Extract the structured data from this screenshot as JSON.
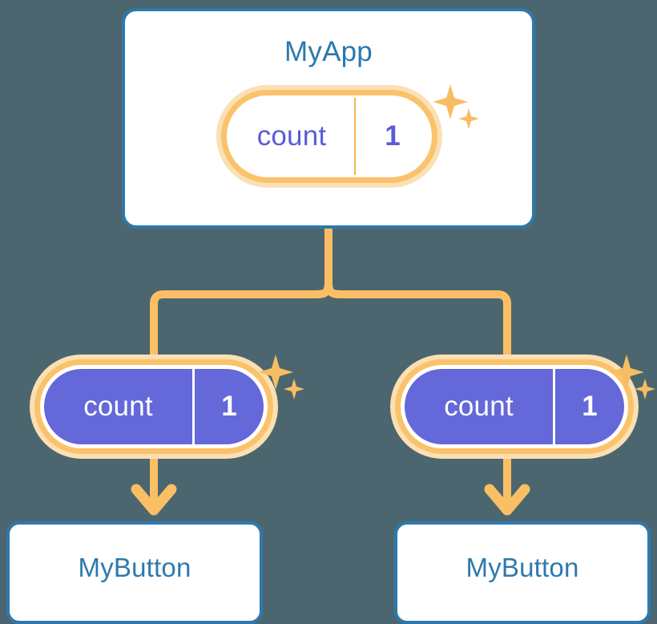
{
  "theme": {
    "background": "#4c6670",
    "card_border": "#2d79ad",
    "card_fill": "#ffffff",
    "title_text": "#2d79ad",
    "accent_orange": "#fac26b",
    "accent_orange_halo": "#fbe0b4",
    "state_purple_text": "#5b5cd6",
    "state_purple_fill": "#6468d8",
    "pill_text_light": "#ffffff",
    "sparkle": "#f8bd62",
    "connector": "#fabf65"
  },
  "diagram": {
    "type": "component-tree",
    "root": {
      "name": "app-card",
      "title": "MyApp",
      "state": {
        "key": "count",
        "value": "1",
        "style": "outline"
      },
      "sparkle_icon": "sparkles-icon"
    },
    "children": [
      {
        "name": "branch-left",
        "state": {
          "key": "count",
          "value": "1",
          "style": "filled"
        },
        "sparkle_icon": "sparkles-icon",
        "arrow_icon": "arrow-down-icon",
        "button": {
          "label": "MyButton"
        }
      },
      {
        "name": "branch-right",
        "state": {
          "key": "count",
          "value": "1",
          "style": "filled"
        },
        "sparkle_icon": "sparkles-icon",
        "arrow_icon": "arrow-down-icon",
        "button": {
          "label": "MyButton"
        }
      }
    ]
  }
}
